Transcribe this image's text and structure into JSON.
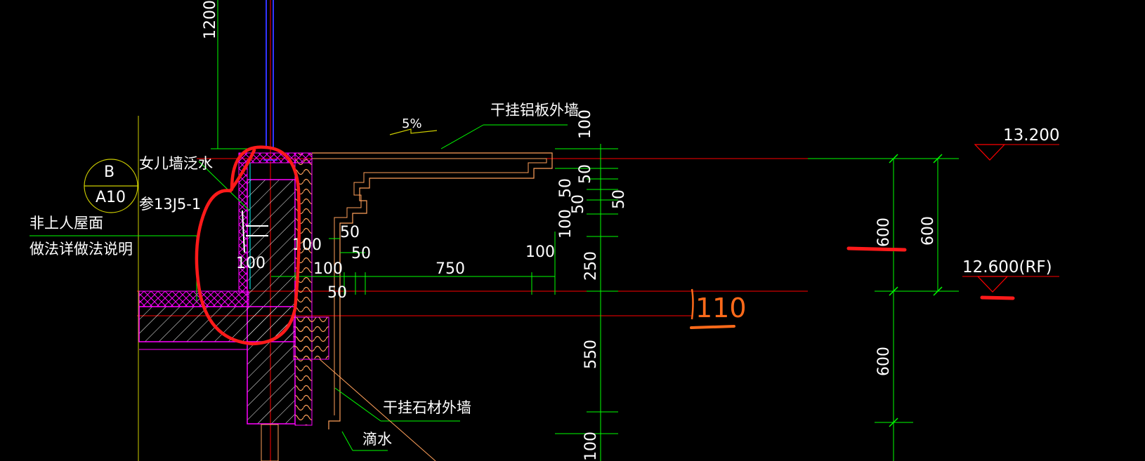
{
  "colors": {
    "background": "#000000",
    "green": "#00ff00",
    "red": "#ff0000",
    "magenta": "#ff00ff",
    "orange": "#ffa05a",
    "blue": "#3333ff",
    "yellow": "#cccc00",
    "white": "#ffffff",
    "markup_red": "#ff1a1a",
    "markup_orange": "#ff6a1a"
  },
  "labels": {
    "aluminum_wall": "干挂铝板外墙",
    "parapet_flashing": "女儿墙泛水",
    "ref_code": "参13J5-1",
    "roof_note_1": "非上人屋面",
    "roof_note_2": "做法详做法说明",
    "stone_wall": "干挂石材外墙",
    "drip": "滴水",
    "slope": "5%"
  },
  "detail_bubble": {
    "top": "B",
    "bottom": "A10"
  },
  "elevations": {
    "top": "13.200",
    "roof": "12.600(RF)"
  },
  "dimensions": {
    "top_left_vertical": "1200",
    "d_100_top": "100",
    "d_50_a": "50",
    "d_50_b": "50",
    "d_50_c": "50",
    "d_50_d": "50",
    "d_100_right": "100",
    "d_250": "250",
    "d_550": "550",
    "d_100_bottom": "100",
    "d_600_a": "600",
    "d_600_b": "600",
    "d_600_c": "600",
    "wall_100_left": "100",
    "wall_100_right": "100",
    "h_100": "100",
    "h_50_upper": "50",
    "h_50_mid": "50",
    "h_50_lower": "50",
    "h_750": "750",
    "h_100_right": "100"
  },
  "annotation": {
    "handwritten": "110"
  }
}
